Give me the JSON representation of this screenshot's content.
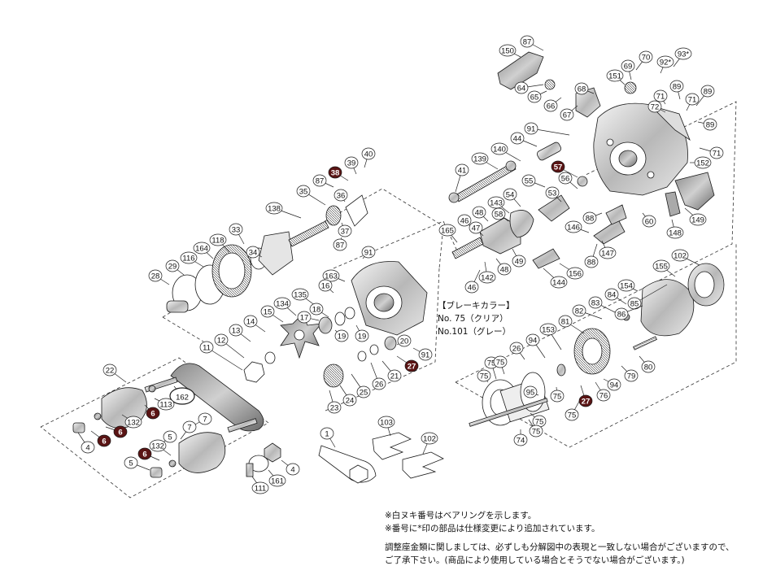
{
  "legend": {
    "title": "【ブレーキカラー】",
    "lines": [
      "No. 75（クリア）",
      "No.101（グレー）"
    ]
  },
  "notes": [
    "※白ヌキ番号はベアリングを示します。",
    "※番号に*印の部品は仕様変更により追加されています。",
    "調整座金類に関しましては、必ずしも分解図中の表現と一致しない場合がございますので、",
    "ご了承下さい。(商品により使用している場合とそうでない場合がございます。)"
  ],
  "colors": {
    "bearing_fill": "#5a1414",
    "ink": "#1a1a1a",
    "bubble_fill": "#ffffff"
  },
  "labels": [
    {
      "t": "87"
    },
    {
      "t": "150"
    },
    {
      "t": "93*"
    },
    {
      "t": "70"
    },
    {
      "t": "92*"
    },
    {
      "t": "69"
    },
    {
      "t": "151"
    },
    {
      "t": "71"
    },
    {
      "t": "89"
    },
    {
      "t": "89"
    },
    {
      "t": "64"
    },
    {
      "t": "65"
    },
    {
      "t": "66"
    },
    {
      "t": "67"
    },
    {
      "t": "68"
    },
    {
      "t": "71"
    },
    {
      "t": "72"
    },
    {
      "t": "89"
    },
    {
      "t": "91"
    },
    {
      "t": "44"
    },
    {
      "t": "140"
    },
    {
      "t": "71"
    },
    {
      "t": "139"
    },
    {
      "t": "152"
    },
    {
      "t": "57",
      "bearing": true
    },
    {
      "t": "41"
    },
    {
      "t": "55"
    },
    {
      "t": "56"
    },
    {
      "t": "53"
    },
    {
      "t": "54"
    },
    {
      "t": "143"
    },
    {
      "t": "58"
    },
    {
      "t": "48"
    },
    {
      "t": "46"
    },
    {
      "t": "47"
    },
    {
      "t": "165"
    },
    {
      "t": "88"
    },
    {
      "t": "146"
    },
    {
      "t": "60"
    },
    {
      "t": "149"
    },
    {
      "t": "148"
    },
    {
      "t": "49"
    },
    {
      "t": "48"
    },
    {
      "t": "88"
    },
    {
      "t": "147"
    },
    {
      "t": "142"
    },
    {
      "t": "156"
    },
    {
      "t": "144"
    },
    {
      "t": "46"
    },
    {
      "t": "40"
    },
    {
      "t": "38",
      "bearing": true
    },
    {
      "t": "39"
    },
    {
      "t": "87"
    },
    {
      "t": "36"
    },
    {
      "t": "35"
    },
    {
      "t": "138"
    },
    {
      "t": "37"
    },
    {
      "t": "87"
    },
    {
      "t": "33"
    },
    {
      "t": "118"
    },
    {
      "t": "164"
    },
    {
      "t": "34"
    },
    {
      "t": "116"
    },
    {
      "t": "29"
    },
    {
      "t": "28"
    },
    {
      "t": "91"
    },
    {
      "t": "163"
    },
    {
      "t": "16"
    },
    {
      "t": "135"
    },
    {
      "t": "134"
    },
    {
      "t": "18"
    },
    {
      "t": "17"
    },
    {
      "t": "15"
    },
    {
      "t": "14"
    },
    {
      "t": "13"
    },
    {
      "t": "19"
    },
    {
      "t": "19"
    },
    {
      "t": "12"
    },
    {
      "t": "11"
    },
    {
      "t": "20"
    },
    {
      "t": "91"
    },
    {
      "t": "27",
      "bearing": true
    },
    {
      "t": "21"
    },
    {
      "t": "26"
    },
    {
      "t": "25"
    },
    {
      "t": "24"
    },
    {
      "t": "23"
    },
    {
      "t": "22"
    },
    {
      "t": "162"
    },
    {
      "t": "113"
    },
    {
      "t": "6",
      "bearing": true
    },
    {
      "t": "132"
    },
    {
      "t": "7"
    },
    {
      "t": "6",
      "bearing": true
    },
    {
      "t": "6",
      "bearing": true
    },
    {
      "t": "4"
    },
    {
      "t": "5"
    },
    {
      "t": "7"
    },
    {
      "t": "132"
    },
    {
      "t": "6",
      "bearing": true
    },
    {
      "t": "5"
    },
    {
      "t": "4"
    },
    {
      "t": "161"
    },
    {
      "t": "111"
    },
    {
      "t": "1"
    },
    {
      "t": "103"
    },
    {
      "t": "102"
    },
    {
      "t": "102"
    },
    {
      "t": "155"
    },
    {
      "t": "154"
    },
    {
      "t": "84"
    },
    {
      "t": "83"
    },
    {
      "t": "82"
    },
    {
      "t": "81"
    },
    {
      "t": "153"
    },
    {
      "t": "94"
    },
    {
      "t": "26"
    },
    {
      "t": "75"
    },
    {
      "t": "75"
    },
    {
      "t": "75"
    },
    {
      "t": "95"
    },
    {
      "t": "75"
    },
    {
      "t": "75"
    },
    {
      "t": "94"
    },
    {
      "t": "27",
      "bearing": true
    },
    {
      "t": "76"
    },
    {
      "t": "79"
    },
    {
      "t": "80"
    },
    {
      "t": "75"
    },
    {
      "t": "75"
    },
    {
      "t": "74"
    },
    {
      "t": "85"
    },
    {
      "t": "86"
    }
  ]
}
